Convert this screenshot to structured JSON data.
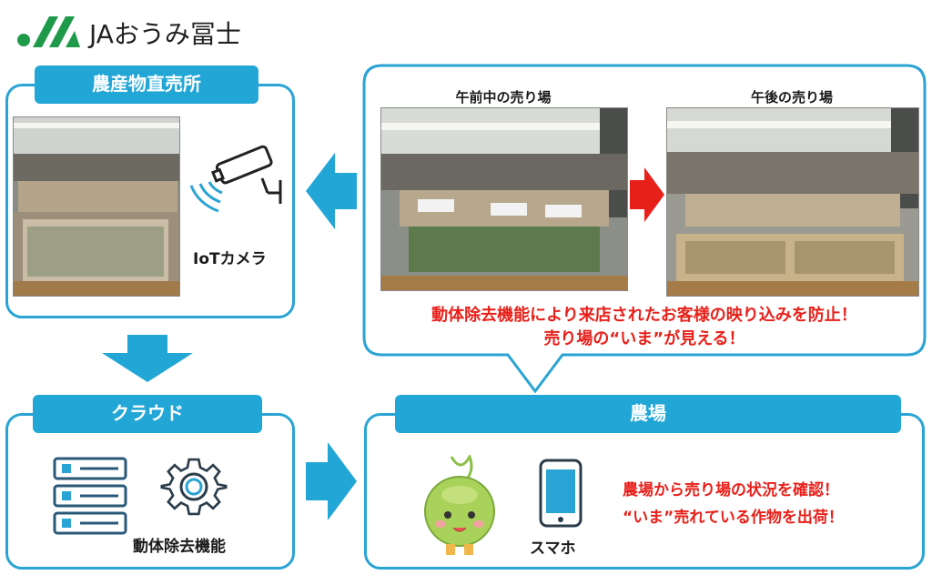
{
  "logo": {
    "brand": "JAおうみ冨士"
  },
  "store_panel": {
    "title": "農産物直売所",
    "camera_label": "IoTカメラ"
  },
  "comparison_panel": {
    "morning_caption": "午前中の売り場",
    "afternoon_caption": "午後の売り場",
    "note_line1": "動体除去機能により来店されたお客様の映り込みを防止！",
    "note_line2": "売り場の“いま”が見える！"
  },
  "cloud_panel": {
    "title": "クラウド",
    "function_label": "動体除去機能"
  },
  "farm_panel": {
    "title": "農場",
    "phone_label": "スマホ",
    "message_line1": "農場から売り場の状況を確認！",
    "message_line2": "“いま”売れている作物を出荷！"
  },
  "colors": {
    "accent": "#22a6d6",
    "alert_red": "#e8201a",
    "logo_green": "#1f9a4a"
  },
  "icons": [
    "ja-logo-icon",
    "security-camera-icon",
    "server-icon",
    "gear-icon",
    "smartphone-icon",
    "mascot-icon",
    "arrow-left-icon",
    "arrow-down-icon",
    "arrow-right-icon",
    "red-arrow-icon"
  ]
}
